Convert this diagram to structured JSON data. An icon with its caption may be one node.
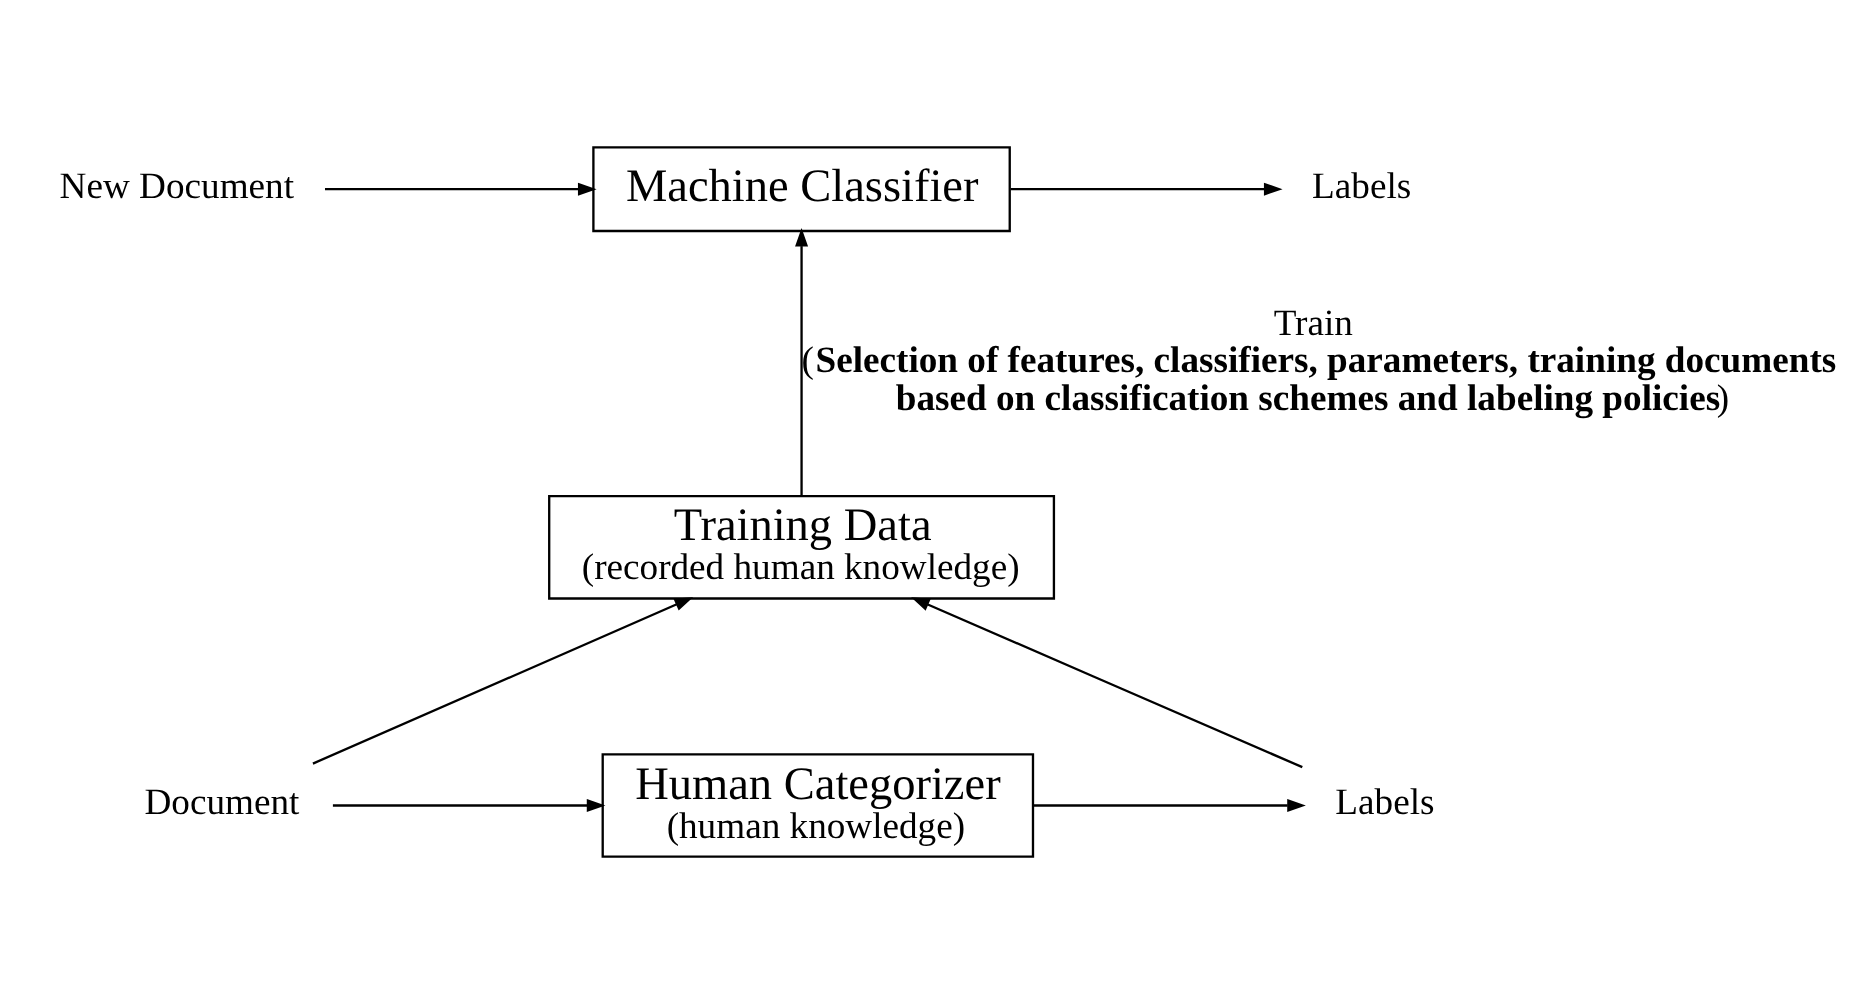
{
  "diagram": {
    "nodes": [
      {
        "text": [
          "New Document"
        ]
      },
      {
        "text": [
          "Machine Classifier"
        ]
      },
      {
        "text": [
          "Labels"
        ]
      },
      {
        "text": [
          "Training Data",
          "(recorded human knowledge)"
        ]
      },
      {
        "text": [
          "Document"
        ]
      },
      {
        "text": [
          "Human Categorizer",
          "(human knowledge)"
        ]
      },
      {
        "text": [
          "Labels"
        ]
      }
    ],
    "edges": [
      {
        "from": 0,
        "to": 1,
        "arrow": "to"
      },
      {
        "from": 1,
        "to": 2,
        "arrow": "to"
      },
      {
        "from": 3,
        "to": 1,
        "arrow": "to",
        "label": "Train (**Selection of features, classifiers, parameters, training documents based on classification schemes and labeling policies**)"
      },
      {
        "from": 4,
        "to": 3,
        "arrow": "to"
      },
      {
        "from": 4,
        "to": 5,
        "arrow": "to"
      },
      {
        "from": 5,
        "to": 6,
        "arrow": "to"
      },
      {
        "from": 6,
        "to": 3,
        "arrow": "to"
      }
    ]
  }
}
